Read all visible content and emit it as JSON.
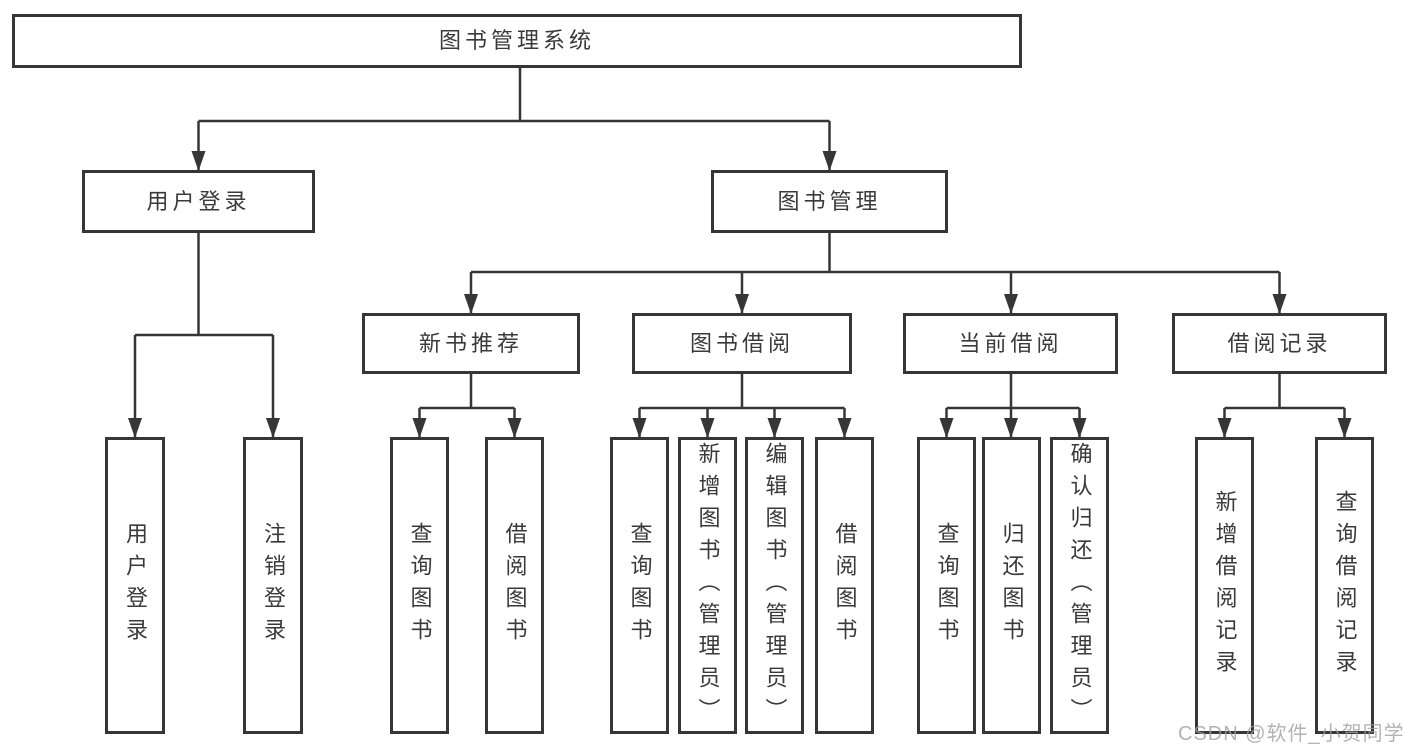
{
  "diagram": {
    "tree": {
      "root": {
        "label": "图书管理系统",
        "children": [
          {
            "label": "用户登录",
            "children": [
              {
                "label": "用户登录"
              },
              {
                "label": "注销登录"
              }
            ]
          },
          {
            "label": "图书管理",
            "children": [
              {
                "label": "新书推荐",
                "children": [
                  {
                    "label": "查询图书"
                  },
                  {
                    "label": "借阅图书"
                  }
                ]
              },
              {
                "label": "图书借阅",
                "children": [
                  {
                    "label": "查询图书"
                  },
                  {
                    "label": "新增图书（管理员）"
                  },
                  {
                    "label": "编辑图书（管理员）"
                  },
                  {
                    "label": "借阅图书"
                  }
                ]
              },
              {
                "label": "当前借阅",
                "children": [
                  {
                    "label": "查询图书"
                  },
                  {
                    "label": "归还图书"
                  },
                  {
                    "label": "确认归还（管理员）"
                  }
                ]
              },
              {
                "label": "借阅记录",
                "children": [
                  {
                    "label": "新增借阅记录"
                  },
                  {
                    "label": "查询借阅记录"
                  }
                ]
              }
            ]
          }
        ]
      }
    },
    "colors": {
      "line": "#363636",
      "text": "#3a3a3a",
      "background": "#ffffff",
      "watermark": "#9e9e9e"
    }
  },
  "watermark": {
    "text": "CSDN @软件_小贺同学"
  }
}
